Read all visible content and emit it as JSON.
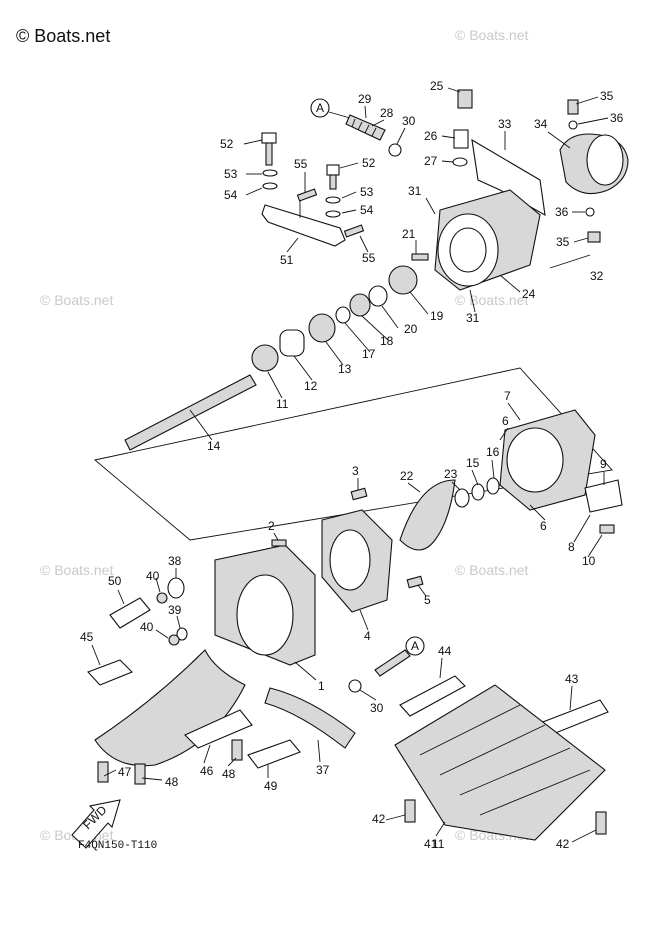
{
  "copyright": "© Boats.net",
  "watermark": "© Boats.net",
  "diagram_code": "F4QN150-T110",
  "fwd_label": "FWD",
  "ref_marker": "A",
  "callouts": [
    "1",
    "2",
    "3",
    "4",
    "5",
    "6",
    "6",
    "7",
    "8",
    "9",
    "10",
    "11",
    "11",
    "12",
    "13",
    "14",
    "15",
    "16",
    "17",
    "18",
    "19",
    "20",
    "21",
    "22",
    "23",
    "24",
    "25",
    "26",
    "27",
    "28",
    "29",
    "30",
    "30",
    "31",
    "31",
    "32",
    "33",
    "34",
    "35",
    "35",
    "36",
    "36",
    "37",
    "38",
    "39",
    "40",
    "40",
    "41",
    "42",
    "42",
    "43",
    "44",
    "45",
    "46",
    "47",
    "48",
    "48",
    "49",
    "50",
    "51",
    "52",
    "52",
    "53",
    "53",
    "54",
    "54",
    "55",
    "55"
  ]
}
